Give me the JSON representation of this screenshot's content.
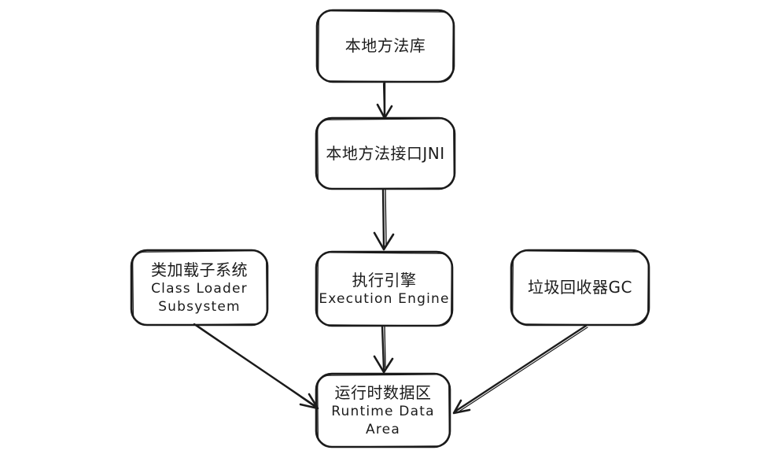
{
  "diagram": {
    "stroke_color": "#1b1b1b",
    "background_color": "#ffffff",
    "style": "hand-drawn whiteboard sketch",
    "nodes": [
      {
        "id": "native-method-library",
        "lines": [
          "本地方法库"
        ]
      },
      {
        "id": "native-method-interface",
        "lines": [
          "本地方法接口JNI"
        ]
      },
      {
        "id": "execution-engine",
        "lines": [
          "执行引擎",
          "Execution Engine"
        ]
      },
      {
        "id": "class-loader-subsystem",
        "lines": [
          "类加载子系统",
          "Class Loader",
          "Subsystem"
        ]
      },
      {
        "id": "garbage-collector",
        "lines": [
          "垃圾回收器GC"
        ]
      },
      {
        "id": "runtime-data-area",
        "lines": [
          "运行时数据区",
          "Runtime Data",
          "Area"
        ]
      }
    ],
    "edges": [
      {
        "from": "native-method-library",
        "to": "native-method-interface",
        "direction": "down"
      },
      {
        "from": "native-method-interface",
        "to": "execution-engine",
        "direction": "down"
      },
      {
        "from": "execution-engine",
        "to": "runtime-data-area",
        "direction": "down"
      },
      {
        "from": "class-loader-subsystem",
        "to": "runtime-data-area",
        "direction": "down-right"
      },
      {
        "from": "garbage-collector",
        "to": "runtime-data-area",
        "direction": "down-left"
      }
    ]
  }
}
